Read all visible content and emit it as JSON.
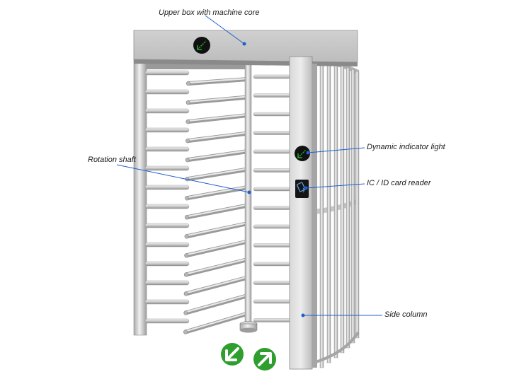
{
  "labels": {
    "upper_box": "Upper box with machine core",
    "rotation_shaft": "Rotation shaft",
    "indicator_light": "Dynamic indicator light",
    "card_reader": "IC / ID card reader",
    "side_column": "Side column"
  },
  "colors": {
    "steel_light": "#e6e6e6",
    "steel_mid": "#c4c4c4",
    "steel_dark": "#8d8d8d",
    "leader_line": "#1f5fd0",
    "indicator_green": "#2aa52a",
    "panel_black": "#151515",
    "arrow_badge": "#2e9e2e"
  },
  "icons": {
    "top_indicator": "diagonal-arrow-indicator-icon",
    "side_indicator": "diagonal-arrow-indicator-icon",
    "card_reader": "card-reader-icon",
    "entry_arrow": "arrow-down-left-icon",
    "exit_arrow": "arrow-up-right-icon"
  }
}
